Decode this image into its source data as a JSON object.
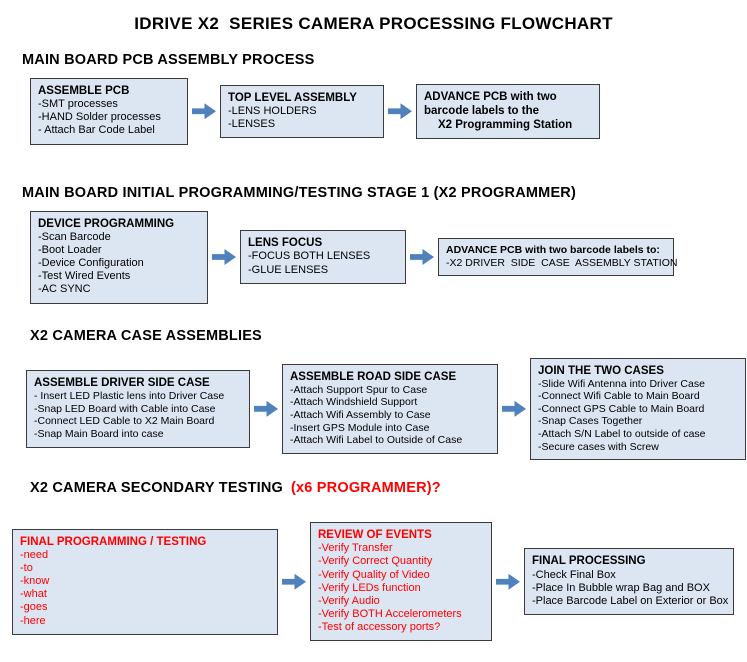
{
  "page": {
    "title": "IDRIVE X2  SERIES CAMERA PROCESSING FLOWCHART"
  },
  "colors": {
    "box_fill": "#dce6f2",
    "box_border": "#3b3b3b",
    "arrow_blue": "#4f81bd",
    "red_text": "#ff0000"
  },
  "sections": [
    {
      "heading": "MAIN BOARD PCB ASSEMBLY PROCESS",
      "boxes": [
        {
          "title": "ASSEMBLE PCB",
          "items": [
            "-SMT processes",
            "-HAND Solder processes",
            "- Attach Bar Code Label"
          ]
        },
        {
          "title": "TOP LEVEL ASSEMBLY",
          "items": [
            "-LENS HOLDERS",
            "-LENSES"
          ]
        },
        {
          "title": "ADVANCE PCB with two barcode labels to the",
          "subtitle": "X2 Programming Station"
        }
      ]
    },
    {
      "heading": "MAIN BOARD INITIAL PROGRAMMING/TESTING STAGE 1 (X2 PROGRAMMER)",
      "boxes": [
        {
          "title": "DEVICE PROGRAMMING",
          "items": [
            "-Scan Barcode",
            "-Boot Loader",
            "-Device Configuration",
            "-Test Wired Events",
            "-AC SYNC"
          ]
        },
        {
          "title": "LENS FOCUS",
          "items": [
            "-FOCUS BOTH LENSES",
            "-GLUE LENSES"
          ]
        },
        {
          "title": "ADVANCE PCB with two barcode labels to:",
          "items": [
            "-X2 DRIVER  SIDE  CASE  ASSEMBLY STATION"
          ]
        }
      ]
    },
    {
      "heading": "X2 CAMERA CASE ASSEMBLIES",
      "boxes": [
        {
          "title": "ASSEMBLE DRIVER SIDE CASE",
          "items": [
            "- Insert LED Plastic lens into Driver Case",
            "-Snap LED Board with Cable into Case",
            "-Connect LED Cable to X2 Main Board",
            "-Snap Main Board into case"
          ]
        },
        {
          "title": "ASSEMBLE ROAD SIDE CASE",
          "items": [
            "-Attach Support Spur to Case",
            "-Attach Windshield Support",
            "-Attach Wifi Assembly to Case",
            "-Insert GPS Module into Case",
            "-Attach Wifi Label to Outside of Case"
          ]
        },
        {
          "title": "JOIN THE TWO CASES",
          "items": [
            "-Slide Wifi Antenna into Driver Case",
            "-Connect Wifi Cable to Main Board",
            "-Connect GPS Cable to Main Board",
            "-Snap Cases Together",
            "-Attach S/N Label to outside of case",
            "-Secure cases with Screw"
          ]
        }
      ]
    },
    {
      "heading": "X2 CAMERA SECONDARY TESTING",
      "heading_red": "(x6 PROGRAMMER)?",
      "boxes": [
        {
          "title": "FINAL PROGRAMMING / TESTING",
          "items": [
            "-need",
            "-to",
            "-know",
            "-what",
            "-goes",
            "-here"
          ]
        },
        {
          "title": "REVIEW OF EVENTS",
          "items": [
            "-Verify Transfer",
            "-Verify Correct Quantity",
            "-Verify Quality of Video",
            "-Verify LEDs function",
            "-Verify Audio",
            "-Verify BOTH Accelerometers",
            "-Test of accessory ports?"
          ]
        },
        {
          "title": "FINAL PROCESSING",
          "items": [
            "-Check Final Box",
            "-Place In Bubble wrap Bag and BOX",
            "-Place Barcode Label on Exterior or Box"
          ]
        }
      ]
    }
  ]
}
